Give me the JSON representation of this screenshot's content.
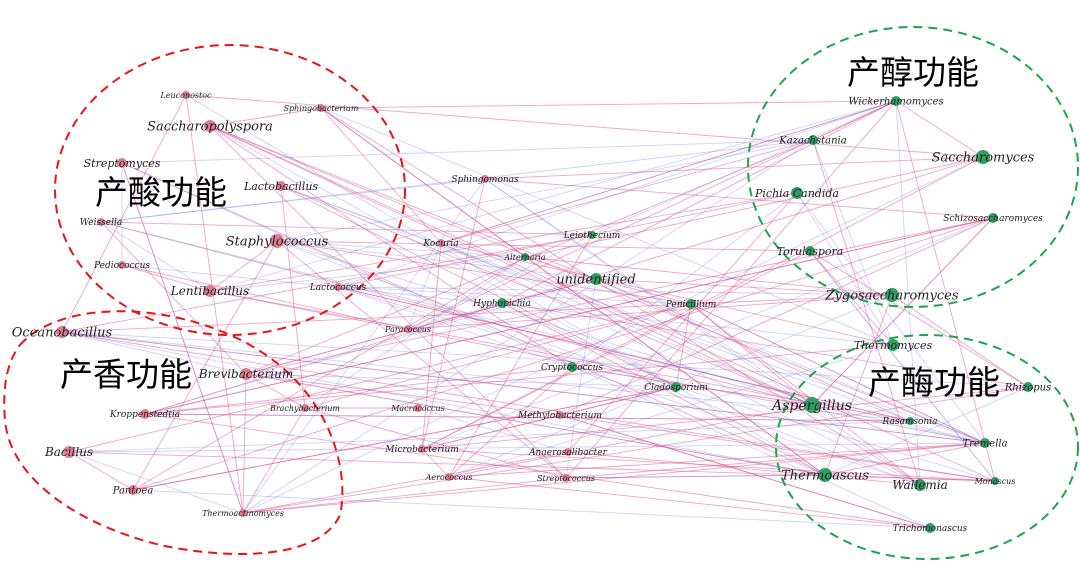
{
  "groups": [
    {
      "label": "产酸功能",
      "color": "#e8141a"
    },
    {
      "label": "产香功能",
      "color": "#e8141a"
    },
    {
      "label": "产醇功能",
      "color": "#1aa64a"
    },
    {
      "label": "产酶功能",
      "color": "#1aa64a"
    }
  ],
  "colors": {
    "bacteria_node": "#e07a90",
    "fungi_node": "#2e9e63",
    "positive_edge": "#d94f8c",
    "negative_edge": "#7a7ae6"
  },
  "nodes": [
    {
      "name": "Leuconostoc",
      "type": "bacteria"
    },
    {
      "name": "Sphingobacterium",
      "type": "bacteria"
    },
    {
      "name": "Saccharopolyspora",
      "type": "bacteria"
    },
    {
      "name": "Streptomyces",
      "type": "bacteria"
    },
    {
      "name": "Lactobacillus",
      "type": "bacteria"
    },
    {
      "name": "Weissella",
      "type": "bacteria"
    },
    {
      "name": "Staphylococcus",
      "type": "bacteria"
    },
    {
      "name": "Pediococcus",
      "type": "bacteria"
    },
    {
      "name": "Lentibacillus",
      "type": "bacteria"
    },
    {
      "name": "Lactococcus",
      "type": "bacteria"
    },
    {
      "name": "Oceanobacillus",
      "type": "bacteria"
    },
    {
      "name": "Brevibacterium",
      "type": "bacteria"
    },
    {
      "name": "Kroppenstedtia",
      "type": "bacteria"
    },
    {
      "name": "Brachybacterium",
      "type": "bacteria"
    },
    {
      "name": "Bacillus",
      "type": "bacteria"
    },
    {
      "name": "Pantoea",
      "type": "bacteria"
    },
    {
      "name": "Thermoactinomyces",
      "type": "bacteria"
    },
    {
      "name": "Sphingomonas",
      "type": "bacteria"
    },
    {
      "name": "Kocuria",
      "type": "bacteria"
    },
    {
      "name": "Paracoccus",
      "type": "bacteria"
    },
    {
      "name": "Macrococcus",
      "type": "bacteria"
    },
    {
      "name": "Methylobacterium",
      "type": "bacteria"
    },
    {
      "name": "Microbacterium",
      "type": "bacteria"
    },
    {
      "name": "Anaerosalibacter",
      "type": "bacteria"
    },
    {
      "name": "Aerococcus",
      "type": "bacteria"
    },
    {
      "name": "Streptococcus",
      "type": "bacteria"
    },
    {
      "name": "Leiothecium",
      "type": "fungi"
    },
    {
      "name": "Alternaria",
      "type": "fungi"
    },
    {
      "name": "unidentified",
      "type": "fungi"
    },
    {
      "name": "Hyphopichia",
      "type": "fungi"
    },
    {
      "name": "Penicillium",
      "type": "fungi"
    },
    {
      "name": "Cryptococcus",
      "type": "fungi"
    },
    {
      "name": "Cladosporium",
      "type": "fungi"
    },
    {
      "name": "Wickerhamomyces",
      "type": "fungi"
    },
    {
      "name": "Kazachstania",
      "type": "fungi"
    },
    {
      "name": "Saccharomyces",
      "type": "fungi"
    },
    {
      "name": "Pichia Candida",
      "type": "fungi"
    },
    {
      "name": "Schizosaccharomyces",
      "type": "fungi"
    },
    {
      "name": "Torulaspora",
      "type": "fungi"
    },
    {
      "name": "Zygosaccharomyces",
      "type": "fungi"
    },
    {
      "name": "Thermomyces",
      "type": "fungi"
    },
    {
      "name": "Rhizopus",
      "type": "fungi"
    },
    {
      "name": "Aspergillus",
      "type": "fungi"
    },
    {
      "name": "Rasamsonia",
      "type": "fungi"
    },
    {
      "name": "Tremella",
      "type": "fungi"
    },
    {
      "name": "Thermoascus",
      "type": "fungi"
    },
    {
      "name": "Wallemia",
      "type": "fungi"
    },
    {
      "name": "Monascus",
      "type": "fungi"
    },
    {
      "name": "Trichomonascus",
      "type": "fungi"
    }
  ]
}
